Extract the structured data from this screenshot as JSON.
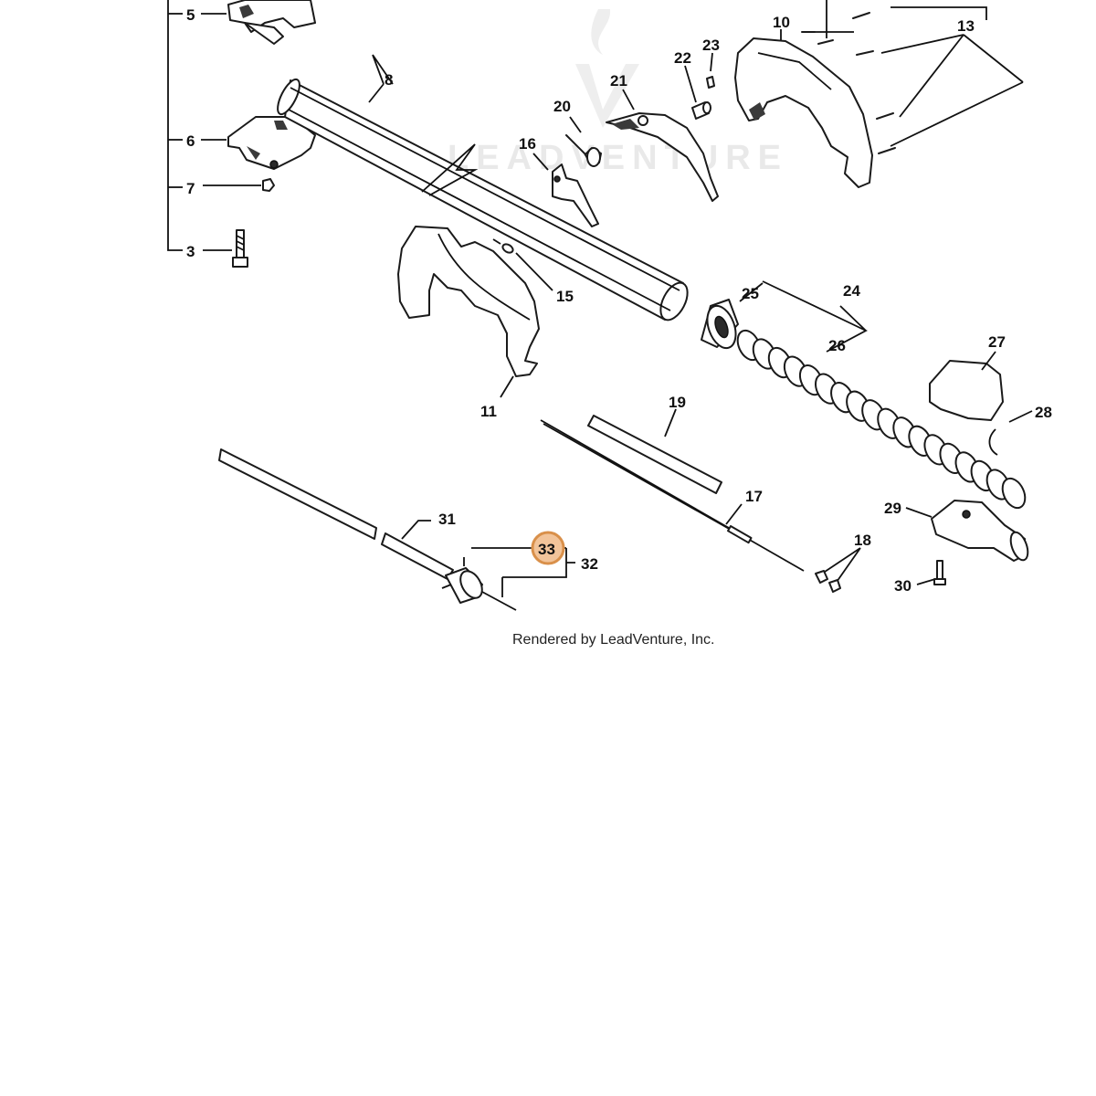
{
  "watermark": "LEADVENTURE",
  "credit": "Rendered by LeadVenture, Inc.",
  "highlight_color": "#f2c49a",
  "parts": {
    "p3": "3",
    "p5": "5",
    "p6": "6",
    "p7": "7",
    "p8": "8",
    "p10": "10",
    "p11": "11",
    "p13": "13",
    "p15": "15",
    "p16": "16",
    "p17": "17",
    "p18": "18",
    "p19": "19",
    "p20": "20",
    "p21": "21",
    "p22": "22",
    "p23": "23",
    "p24": "24",
    "p25": "25",
    "p26": "26",
    "p27": "27",
    "p28": "28",
    "p29": "29",
    "p30": "30",
    "p31": "31",
    "p32": "32",
    "p33": "33"
  }
}
